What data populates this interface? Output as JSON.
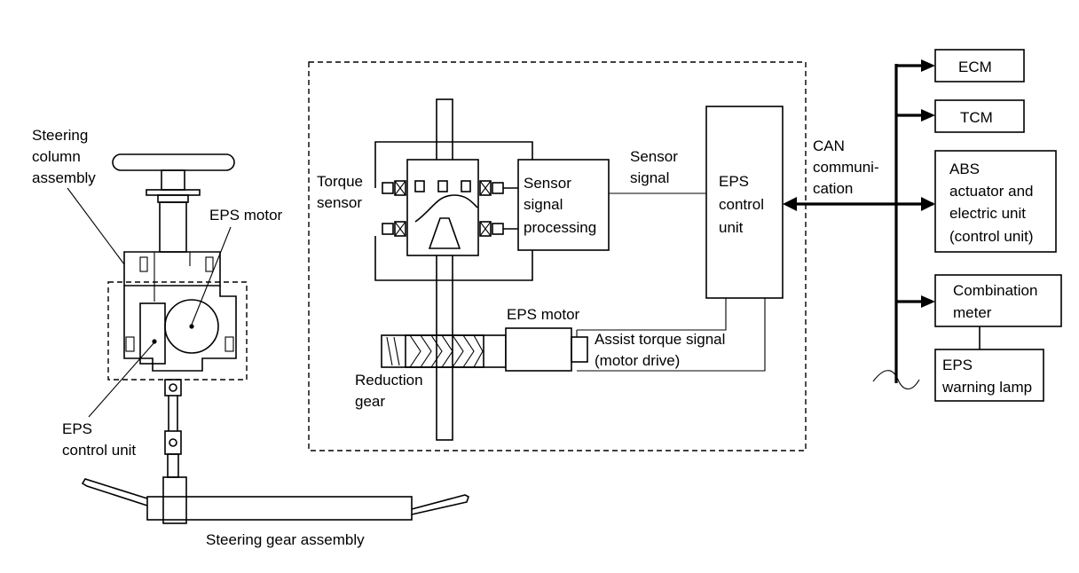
{
  "left_labels": {
    "steering_column": [
      "Steering",
      "column",
      "assembly"
    ],
    "eps_motor": "EPS motor",
    "eps_control_unit": [
      "EPS",
      "control unit"
    ],
    "steering_gear": "Steering gear assembly"
  },
  "center": {
    "torque_sensor": [
      "Torque",
      "sensor"
    ],
    "sensor_processing": [
      "Sensor",
      "signal",
      "processing"
    ],
    "sensor_signal": [
      "Sensor",
      "signal"
    ],
    "eps_control_unit": [
      "EPS",
      "control",
      "unit"
    ],
    "eps_motor": "EPS motor",
    "assist_torque": [
      "Assist torque signal",
      "(motor drive)"
    ],
    "reduction_gear": [
      "Reduction",
      "gear"
    ]
  },
  "can": [
    "CAN",
    "communi-",
    "cation"
  ],
  "right": {
    "ecm": "ECM",
    "tcm": "TCM",
    "abs": [
      "ABS",
      "actuator and",
      "electric unit",
      "(control unit)"
    ],
    "combination_meter": [
      "Combination",
      "meter"
    ],
    "eps_warning_lamp": [
      "EPS",
      "warning lamp"
    ]
  }
}
